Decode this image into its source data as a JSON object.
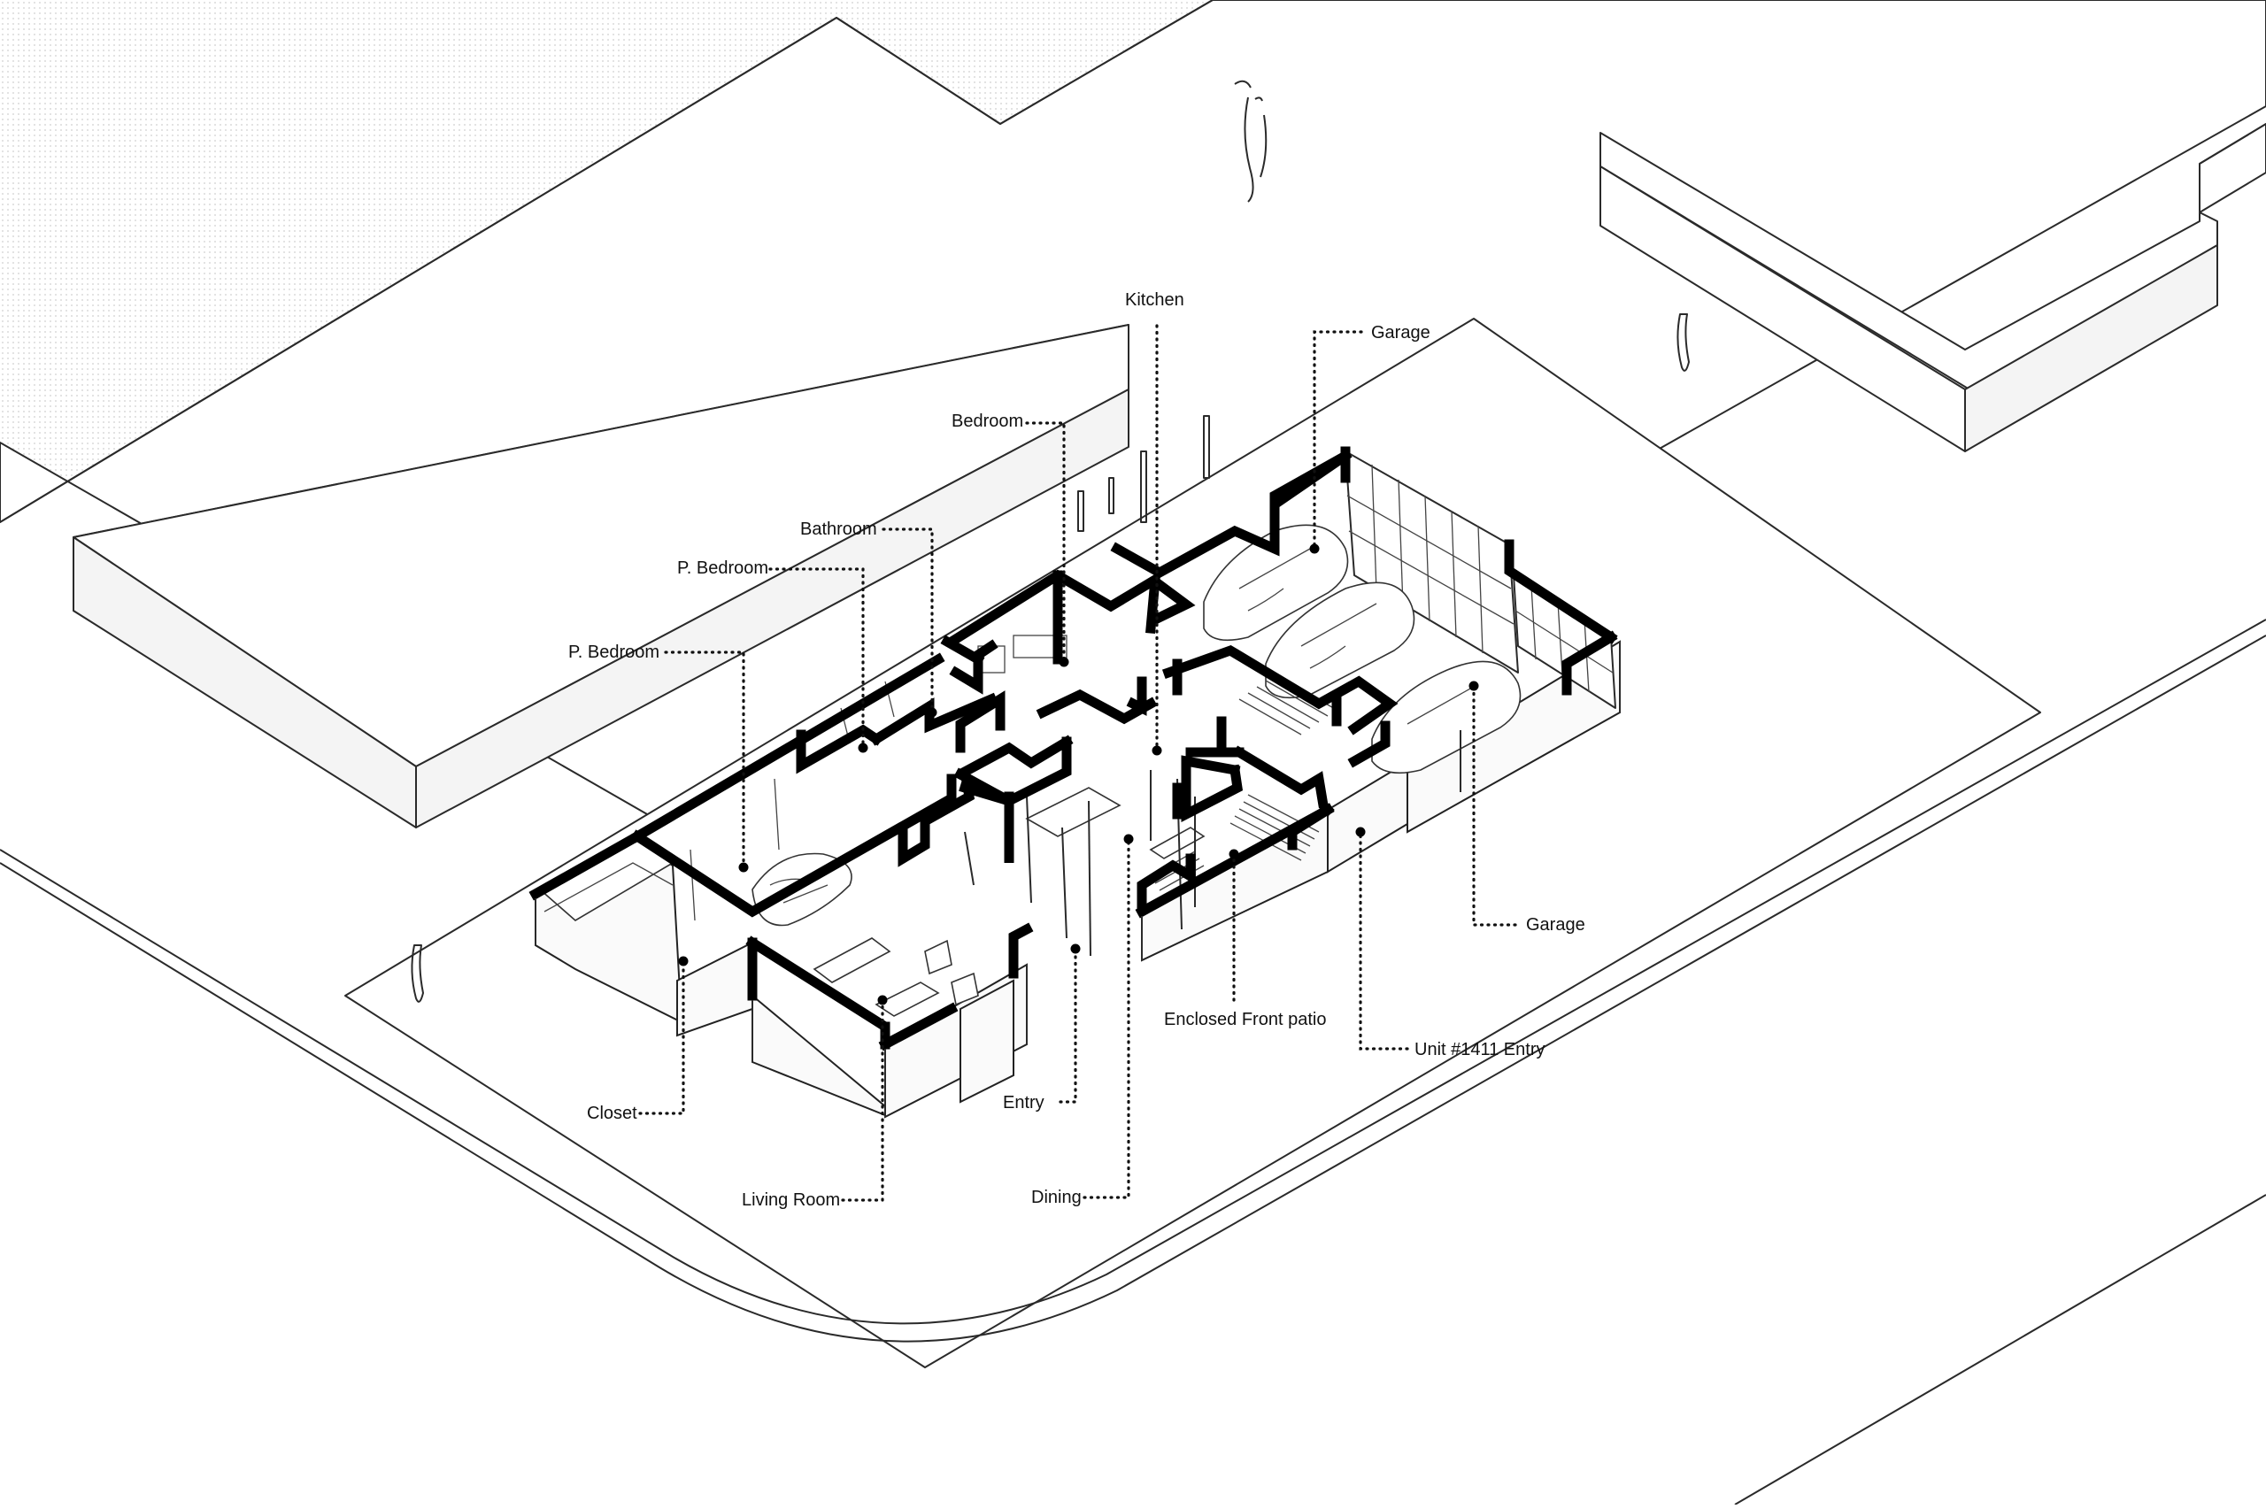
{
  "labels": {
    "kitchen": "Kitchen",
    "garage_top": "Garage",
    "bedroom": "Bedroom",
    "bathroom": "Bathroom",
    "p_bedroom_upper": "P. Bedroom",
    "p_bedroom_lower": "P. Bedroom",
    "garage_right": "Garage",
    "enclosed_front_patio": "Enclosed Front patio",
    "unit_entry": "Unit #1411 Entry",
    "entry": "Entry",
    "closet": "Closet",
    "living_room": "Living Room",
    "dining": "Dining"
  },
  "colors": {
    "background": "#ffffff",
    "line": "#2a2a2a",
    "wall": "#000000",
    "halftone": "#d9d9d9"
  }
}
